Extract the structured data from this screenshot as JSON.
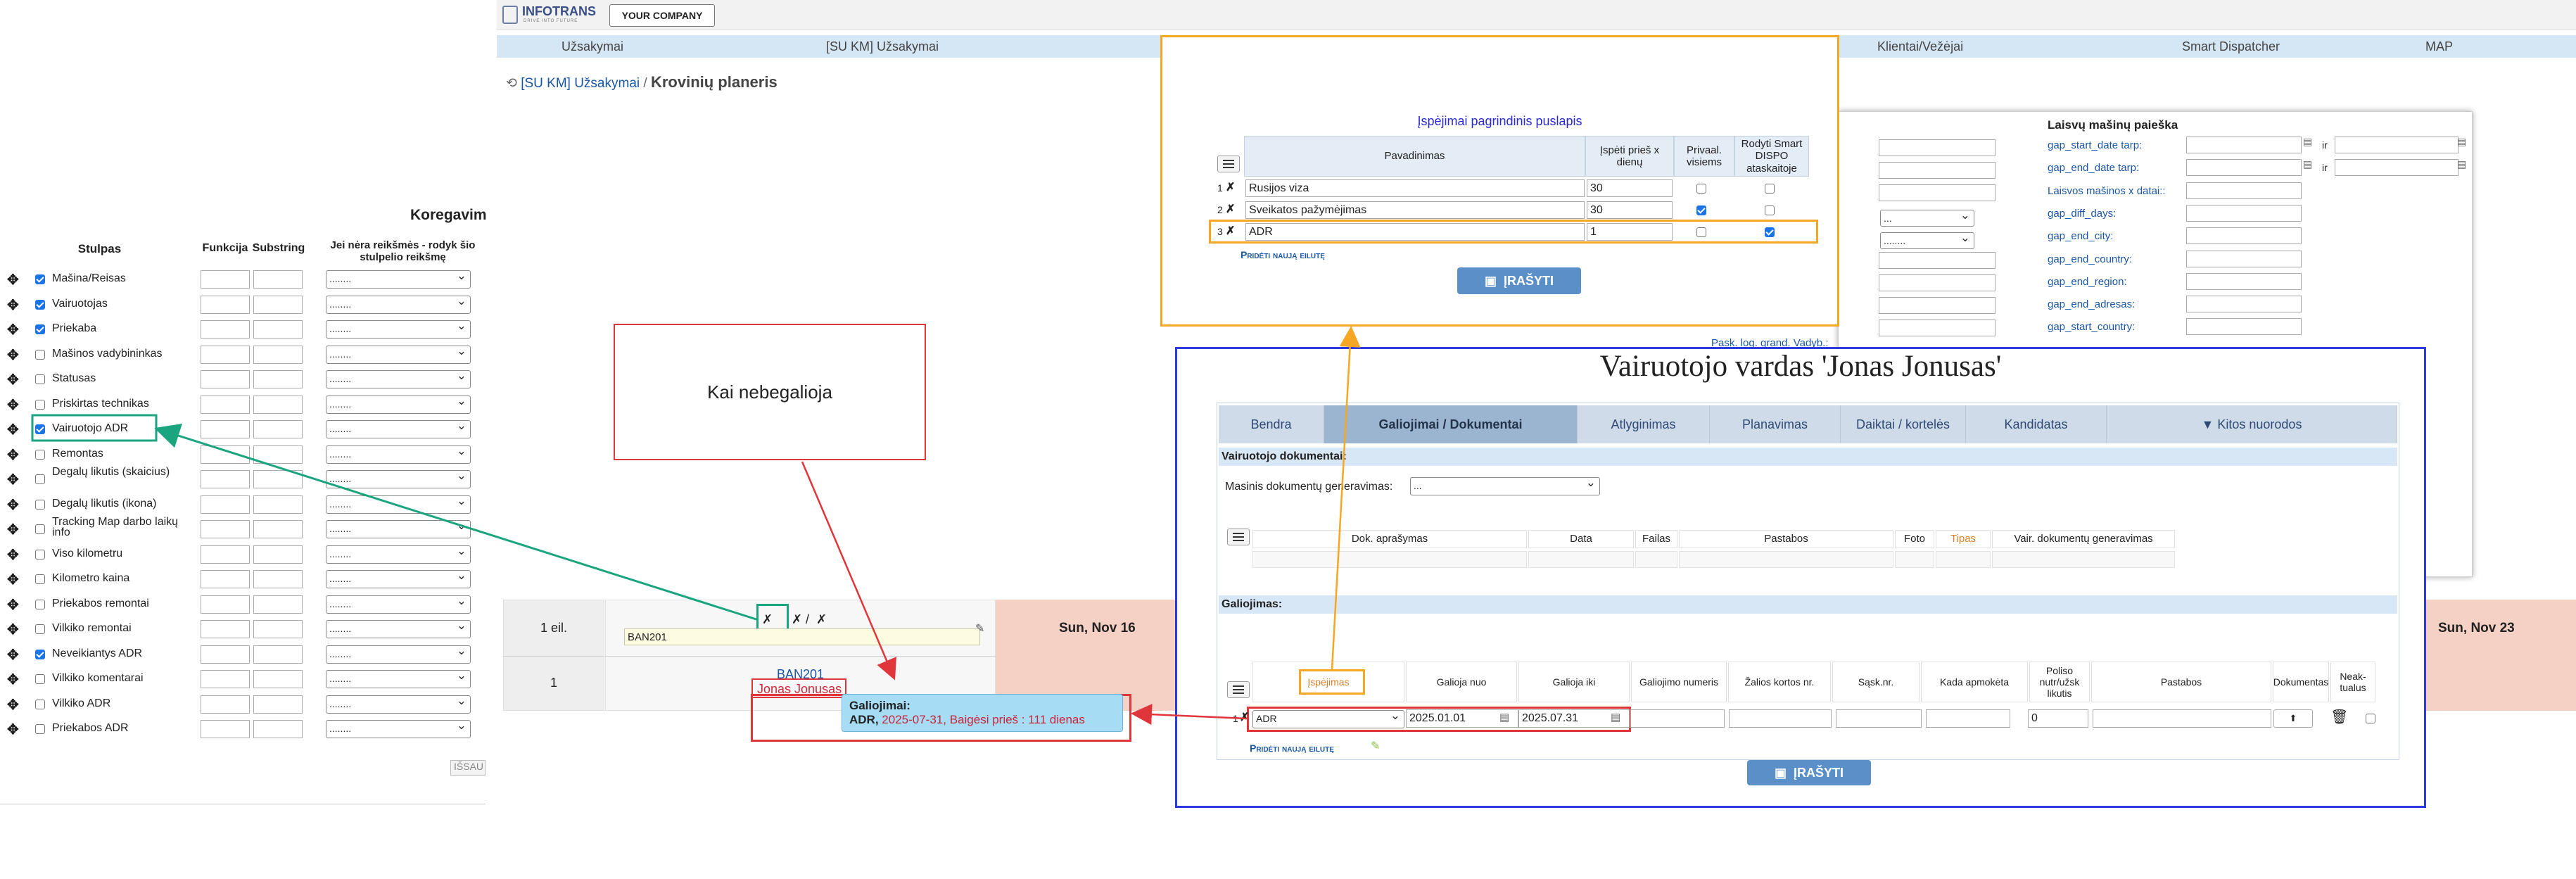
{
  "top": {
    "logo": "INFOTRANS",
    "logo_sub": "DRIVE INTO FUTURE",
    "company_btn": "YOUR COMPANY"
  },
  "nav": [
    "Užsakymai",
    "[SU KM] Užsakymai",
    "Klientai/Vežėjai",
    "Smart Dispatcher",
    "MAP"
  ],
  "breadcrumb": {
    "link": "[SU KM] Užsakymai",
    "sep": "/",
    "title": "Krovinių planeris"
  },
  "left": {
    "title": "Koregavim",
    "headers": [
      "Stulpas",
      "Funkcija",
      "Substring",
      "Jei nėra reikšmės - rodyk šio stulpelio reikšmę"
    ],
    "rows": [
      {
        "label": "Mašina/Reisas",
        "checked": true
      },
      {
        "label": "Vairuotojas",
        "checked": true
      },
      {
        "label": "Priekaba",
        "checked": true
      },
      {
        "label": "Mašinos vadybininkas",
        "checked": false
      },
      {
        "label": "Statusas",
        "checked": false
      },
      {
        "label": "Priskirtas technikas",
        "checked": false
      },
      {
        "label": "Vairuotojo ADR",
        "checked": true
      },
      {
        "label": "Remontas",
        "checked": false
      },
      {
        "label": "Degalų likutis (skaicius)",
        "checked": false
      },
      {
        "label": "Degalų likutis (ikona)",
        "checked": false
      },
      {
        "label": "Tracking Map darbo laikų info",
        "checked": false
      },
      {
        "label": "Viso kilometru",
        "checked": false
      },
      {
        "label": "Kilometro kaina",
        "checked": false
      },
      {
        "label": "Priekabos remontai",
        "checked": false
      },
      {
        "label": "Vilkiko remontai",
        "checked": false
      },
      {
        "label": "Neveikiantys ADR",
        "checked": true
      },
      {
        "label": "Vilkiko komentarai",
        "checked": false
      },
      {
        "label": "Vilkiko ADR",
        "checked": false
      },
      {
        "label": "Priekabos ADR",
        "checked": false
      }
    ],
    "select_placeholder": "........",
    "save_fragment": "IŠSAU"
  },
  "callout": {
    "text": "Kai nebegalioja"
  },
  "planner": {
    "row1_label": "1 eil.",
    "row2_label": "1",
    "icon_sep": "/",
    "ban_input": "BAN201",
    "ban_link": "BAN201",
    "driver_link": "Jonas Jonusas",
    "day_left": "Sun, Nov 16",
    "day_right": "Sun, Nov 23"
  },
  "tooltip": {
    "title": "Galiojimai:",
    "bold": "ADR,",
    "date": "2025-07-31,",
    "rest": "Baigėsi prieš : 111 dienas"
  },
  "warnings": {
    "title": "Įspėjimai pagrindinis puslapis",
    "headers": [
      "Pavadinimas",
      "Įspėti prieš x dienų",
      "Privaal. visiems",
      "Rodyti Smart DISPO ataskaitoje"
    ],
    "rows": [
      {
        "num": "1",
        "name": "Rusijos viza",
        "days": "30",
        "priv": false,
        "show": false
      },
      {
        "num": "2",
        "name": "Sveikatos pažymėjimas",
        "days": "30",
        "priv": true,
        "show": false
      },
      {
        "num": "3",
        "name": "ADR",
        "days": "1",
        "priv": false,
        "show": true
      }
    ],
    "add_row": "Pridėti naują eilutę",
    "save": "ĮRAŠYTI"
  },
  "search_panel": {
    "title": "Laisvų mašinų paieška",
    "labels": [
      "gap_start_date tarp:",
      "gap_end_date tarp:",
      "Laisvos mašinos x datai::",
      "gap_diff_days:",
      "gap_end_city:",
      "gap_end_country:",
      "gap_end_region:",
      "gap_end_adresas:",
      "gap_start_country:"
    ],
    "ir": "ir",
    "select_val1": "...",
    "select_val2": "........",
    "partial_label": "Pask. log. grand. Vadyb.:"
  },
  "driver": {
    "title": "Vairuotojo vardas 'Jonas Jonusas'",
    "tabs": [
      "Bendra",
      "Galiojimai / Dokumentai",
      "Atlyginimas",
      "Planavimas",
      "Daiktai / kortelės",
      "Kandidatas",
      "▼ Kitos nuorodos"
    ],
    "docs_section": "Vairuotojo dokumentai:",
    "mass_gen_label": "Masinis dokumentų generavimas:",
    "mass_gen_value": "...",
    "doc_headers": [
      "Dok. aprašymas",
      "Data",
      "Failas",
      "Pastabos",
      "Foto",
      "Tipas",
      "Vair. dokumentų generavimas"
    ],
    "valid_section": "Galiojimas:",
    "valid_headers": [
      "Įspėjimas",
      "Galioja nuo",
      "Galioja iki",
      "Galiojimo numeris",
      "Žalios kortos nr.",
      "Sąsk.nr.",
      "Kada apmokėta",
      "Poliso nutr/užsk likutis",
      "Pastabos",
      "Dokumentas",
      "Neak-tualus"
    ],
    "valid_row": {
      "type": "ADR",
      "from": "2025.01.01",
      "to": "2025.07.31",
      "poliso": "0"
    },
    "add_row": "Pridėti naują eilutę",
    "save": "ĮRAŠYTI"
  }
}
